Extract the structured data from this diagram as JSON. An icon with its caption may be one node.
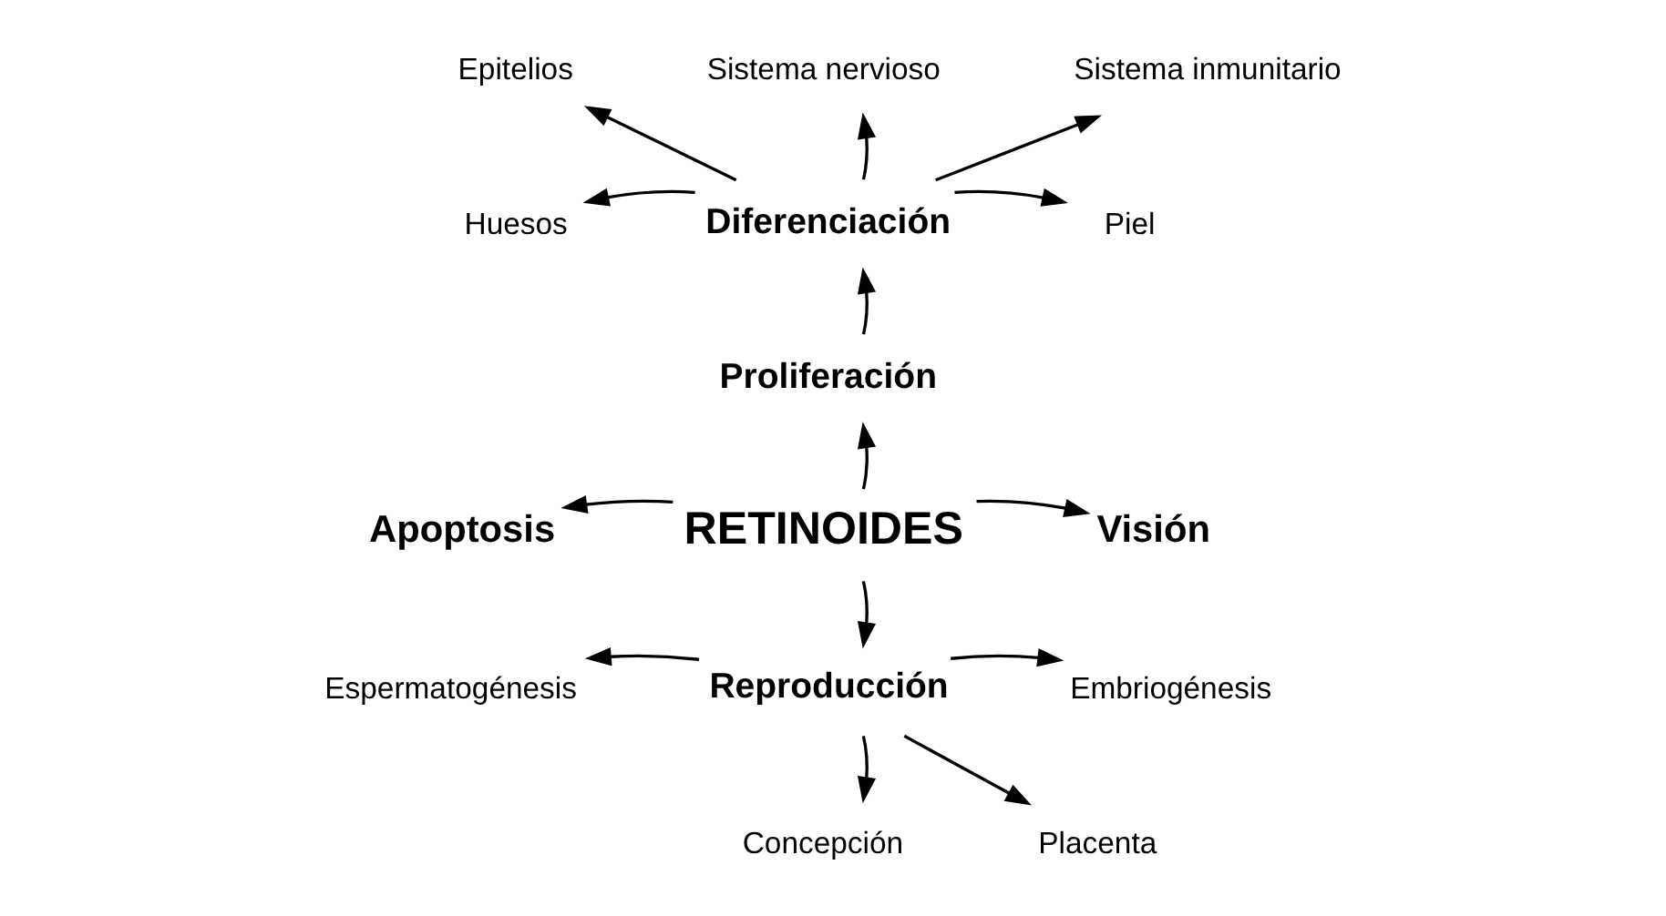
{
  "diagram": {
    "nodes": [
      {
        "text": [
          "Sistema nervioso"
        ]
      },
      {
        "text": [
          "Epitelios"
        ]
      },
      {
        "text": [
          "Sistema inmunitario"
        ]
      },
      {
        "text": [
          "Diferenciación"
        ]
      },
      {
        "text": [
          "Huesos"
        ]
      },
      {
        "text": [
          "Piel"
        ]
      },
      {
        "text": [
          "Proliferación"
        ]
      },
      {
        "text": [
          "Apoptosis"
        ]
      },
      {
        "text": [
          "RETINOIDES"
        ]
      },
      {
        "text": [
          "Visión"
        ]
      },
      {
        "text": [
          "Reproducción"
        ]
      },
      {
        "text": [
          "Espermatogénesis"
        ]
      },
      {
        "text": [
          "Embriogénesis"
        ]
      },
      {
        "text": [
          "Concepción"
        ]
      },
      {
        "text": [
          "Placenta"
        ]
      }
    ],
    "edges": [
      {
        "from": 8,
        "to": 6,
        "arrow": "to"
      },
      {
        "from": 6,
        "to": 3,
        "arrow": "to"
      },
      {
        "from": 3,
        "to": 0,
        "arrow": "to"
      },
      {
        "from": 3,
        "to": 1,
        "arrow": "to"
      },
      {
        "from": 3,
        "to": 2,
        "arrow": "to"
      },
      {
        "from": 3,
        "to": 4,
        "arrow": "to"
      },
      {
        "from": 3,
        "to": 5,
        "arrow": "to"
      },
      {
        "from": 8,
        "to": 7,
        "arrow": "to"
      },
      {
        "from": 8,
        "to": 9,
        "arrow": "to"
      },
      {
        "from": 8,
        "to": 10,
        "arrow": "to"
      },
      {
        "from": 10,
        "to": 11,
        "arrow": "to"
      },
      {
        "from": 10,
        "to": 12,
        "arrow": "to"
      },
      {
        "from": 10,
        "to": 13,
        "arrow": "to"
      },
      {
        "from": 10,
        "to": 14,
        "arrow": "to"
      }
    ]
  }
}
